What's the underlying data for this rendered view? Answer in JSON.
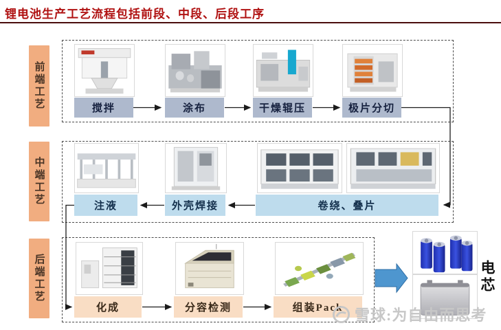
{
  "title": {
    "text": "锂电池生产工艺流程包括前段、中段、后段工序"
  },
  "stages": [
    {
      "side_label": "前端工艺",
      "direction": "right",
      "steps": [
        {
          "label": "搅拌"
        },
        {
          "label": "涂布"
        },
        {
          "label": "干燥辊压"
        },
        {
          "label": "极片分切"
        }
      ]
    },
    {
      "side_label": "中端工艺",
      "direction": "left",
      "steps": [
        {
          "label": "注液"
        },
        {
          "label": "外壳焊接"
        },
        {
          "label": "卷绕、叠片"
        }
      ]
    },
    {
      "side_label": "后端工艺",
      "direction": "right",
      "steps": [
        {
          "label": "化成"
        },
        {
          "label": "分容检测"
        },
        {
          "label": "组装Pack"
        }
      ]
    }
  ],
  "output": {
    "label": "电芯",
    "images": [
      "blue-cylindrical-cells-photo",
      "silver-prismatic-cell-photo"
    ]
  },
  "watermark": {
    "logo": "xueqiu-logo",
    "text": "雪球:为自由而思考"
  },
  "colors": {
    "title": "#b01212",
    "front_step_box": "#aeb9cd",
    "middle_step_box": "#bedced",
    "back_step_box": "#f9ddc4",
    "side_label_box": "#f1ad80",
    "big_arrow": "#4e96cf"
  }
}
